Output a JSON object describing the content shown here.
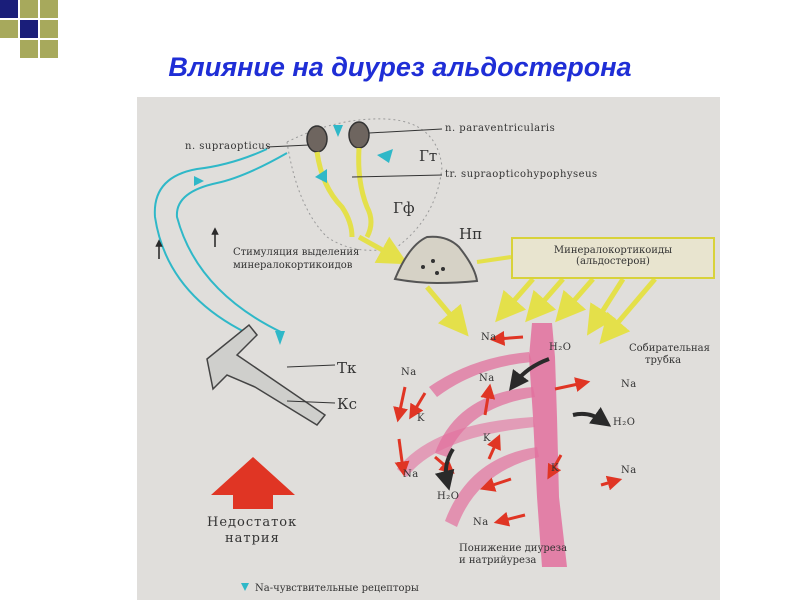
{
  "title": "Влияние на диурез альдостерона",
  "colors": {
    "title": "#1f2ed6",
    "corner_navy": "#1a1e7a",
    "corner_olive": "#a7a95c",
    "scan_bg": "#e0dedb",
    "pink": "#e2709e",
    "red_arrow": "#e03524",
    "yellow": "#e4e04a",
    "cyan": "#2fb8c8"
  },
  "labels": {
    "paraventricularis": "n. paraventricularis",
    "supraopticus": "n. supraopticus",
    "gt": "Гт",
    "tract": "tr. supraopticohypophyseus",
    "gf": "Гф",
    "np": "Нп",
    "stimulation_line1": "Стимуляция выделения",
    "stimulation_line2": "минералокортикоидов",
    "mineralo_line1": "Минералокортикоиды",
    "mineralo_line2": "(альдостерон)",
    "na_top": "Na",
    "h2o_top": "H₂O",
    "collecting_line1": "Собирательная",
    "collecting_line2": "трубка",
    "tk": "Тк",
    "kc": "Кс",
    "na_left": "Na",
    "k_left": "K",
    "na_mid": "Na",
    "k_mid": "K",
    "na_right": "Na",
    "h2o_right": "H₂O",
    "na_lower_left": "Na",
    "k_lower": "K",
    "na_lower_right": "Na",
    "h2o_bottom": "H₂O",
    "na_bottom": "Na",
    "deficit_line1": "Недостаток",
    "deficit_line2": "натрия",
    "decrease_line1": "Понижение диуреза",
    "decrease_line2": "и натрийуреза",
    "legend": "Na-чувствительные рецепторы"
  }
}
